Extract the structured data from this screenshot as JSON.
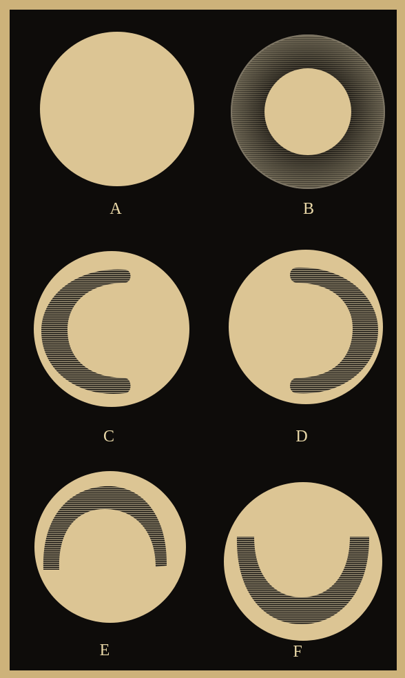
{
  "colors": {
    "paper": "#cdb27a",
    "background": "#0e0c0a",
    "disc": "#dcc594",
    "label": "#e9d8a8",
    "shade_dark": "#151310",
    "shade_light": "#8f846b"
  },
  "figures": [
    {
      "label": "A",
      "shading": "none"
    },
    {
      "label": "B",
      "shading": "outer-ring"
    },
    {
      "label": "C",
      "shading": "left-crescent"
    },
    {
      "label": "D",
      "shading": "right-crescent"
    },
    {
      "label": "E",
      "shading": "upper-arc"
    },
    {
      "label": "F",
      "shading": "lower-arc"
    }
  ]
}
